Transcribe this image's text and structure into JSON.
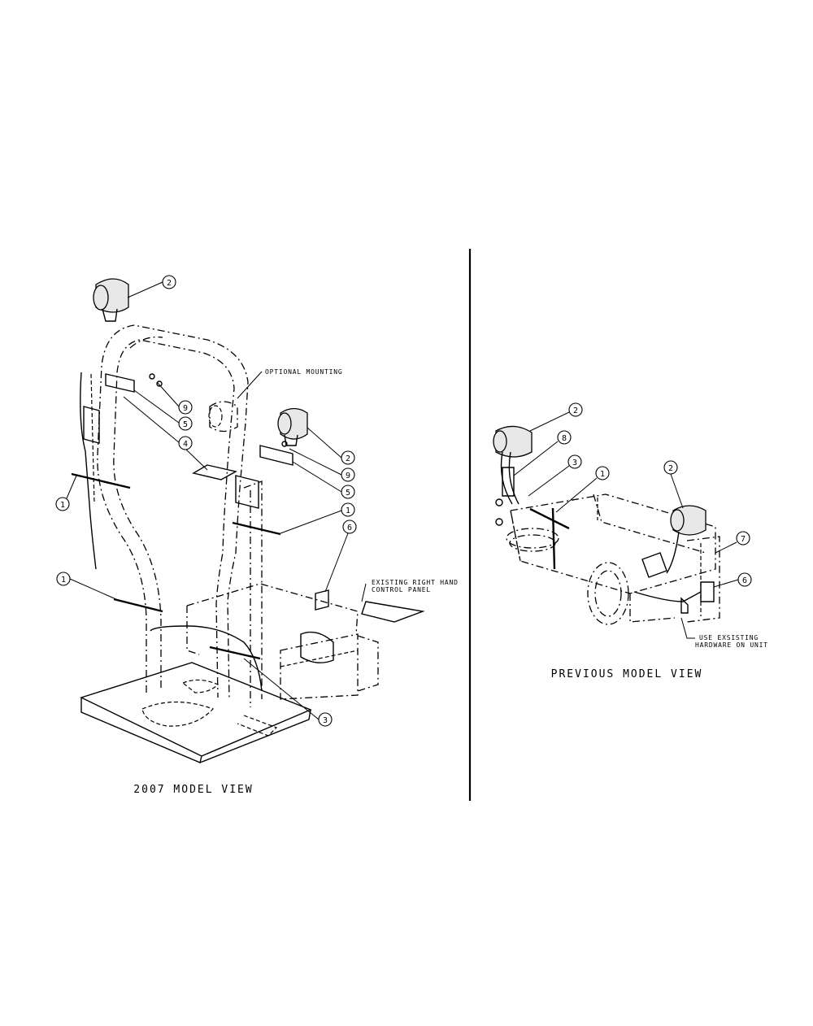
{
  "left_view": {
    "title": "2007 MODEL VIEW",
    "notes": {
      "optional_mounting": "OPTIONAL MOUNTING",
      "existing_panel_line1": "EXISTING RIGHT HAND",
      "existing_panel_line2": "CONTROL PANEL"
    },
    "callouts": [
      "2",
      "9",
      "5",
      "4",
      "2",
      "9",
      "5",
      "1",
      "1",
      "6",
      "1",
      "3"
    ]
  },
  "right_view": {
    "title": "PREVIOUS MODEL VIEW",
    "notes": {
      "hardware_line1": "USE EXSISTING",
      "hardware_line2": "HARDWARE ON UNIT"
    },
    "callouts": [
      "2",
      "8",
      "3",
      "1",
      "2",
      "7",
      "6"
    ]
  }
}
